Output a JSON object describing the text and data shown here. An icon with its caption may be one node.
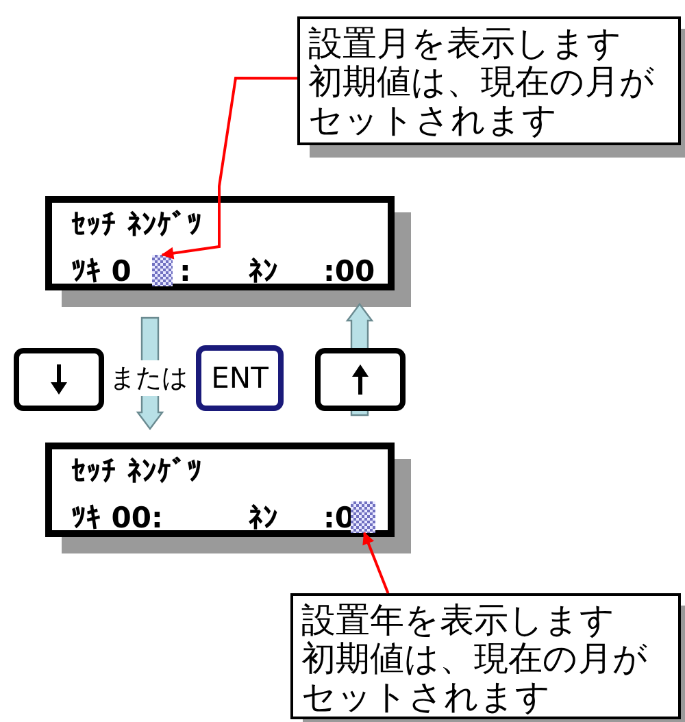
{
  "diagram": {
    "nodes": [
      {
        "text": [
          "設置月を表示します初期値は、現在の月がセットされます"
        ]
      },
      {
        "text": [
          "ｾｯﾁ ﾈﾝｹﾞﾂ",
          "ﾂｷ 0",
          ":",
          "ﾈﾝ",
          ":00"
        ]
      },
      {
        "text": [],
        "shape": "box",
        "in": 1
      },
      {
        "text": [],
        "shape": "box"
      },
      {
        "text": [
          "ENT"
        ]
      },
      {
        "text": [],
        "shape": "box"
      },
      {
        "text": [
          "ｾｯﾁ ﾈﾝｹﾞﾂ",
          "ﾂｷ 00:",
          "ﾈﾝ",
          ":0"
        ]
      },
      {
        "text": [],
        "shape": "box",
        "in": 6
      },
      {
        "text": [
          "設置年を表示します初期値は、現在の月がセットされます"
        ]
      }
    ],
    "edges": [
      {
        "from": 0,
        "to": 2,
        "arrow": "to",
        "color": "#ff0000"
      },
      {
        "from": 1,
        "to": 6,
        "arrow": "to",
        "style": "thick",
        "color": "#b8e0e6"
      },
      {
        "from": 6,
        "to": 1,
        "arrow": "to",
        "style": "thick",
        "color": "#b8e0e6"
      },
      {
        "from": 8,
        "to": 7,
        "arrow": "to",
        "color": "#ff0000"
      }
    ],
    "labels": [
      "または"
    ]
  }
}
